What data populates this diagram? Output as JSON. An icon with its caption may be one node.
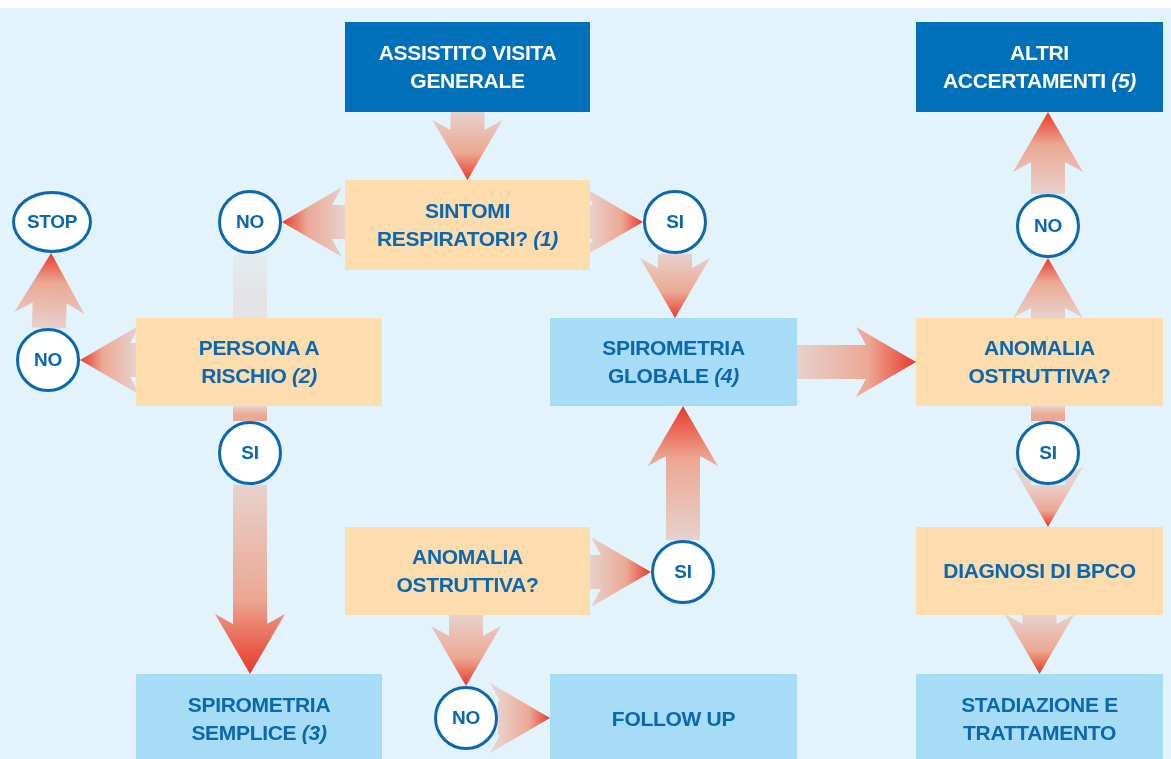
{
  "diagram": {
    "nodes": [
      {
        "text": [
          "ASSISTITO VISITA GENERALE"
        ]
      },
      {
        "text": [
          "SINTOMI RESPIRATORI? *(1)*"
        ]
      },
      {
        "text": [
          "NO"
        ]
      },
      {
        "text": [
          "SI"
        ]
      },
      {
        "text": [
          "STOP"
        ]
      },
      {
        "text": [
          "PERSONA A RISCHIO *(2)*"
        ]
      },
      {
        "text": [
          "NO"
        ]
      },
      {
        "text": [
          "SPIROMETRIA GLOBALE *(4)*"
        ]
      },
      {
        "text": [
          "ALTRI ACCERTAMENTI *(5)*"
        ]
      },
      {
        "text": [
          "NO"
        ]
      },
      {
        "text": [
          "ANOMALIA OSTRUTTIVA?"
        ]
      },
      {
        "text": [
          "SI"
        ]
      },
      {
        "text": [
          "SI"
        ]
      },
      {
        "text": [
          "ANOMALIA OSTRUTTIVA?"
        ]
      },
      {
        "text": [
          "SI"
        ]
      },
      {
        "text": [
          "DIAGNOSI DI BPCO"
        ]
      },
      {
        "text": [
          "SPIROMETRIA SEMPLICE *(3)*"
        ]
      },
      {
        "text": [
          "NO"
        ]
      },
      {
        "text": [
          "FOLLOW UP"
        ]
      },
      {
        "text": [
          "STADIAZIONE E TRATTAMENTO"
        ]
      }
    ],
    "edges": [
      {
        "from": 0,
        "to": 1,
        "arrow": "to"
      },
      {
        "from": 1,
        "to": 2,
        "arrow": "to"
      },
      {
        "from": 1,
        "to": 3,
        "arrow": "to"
      },
      {
        "from": 3,
        "to": 7,
        "arrow": "to"
      },
      {
        "from": 2,
        "to": 5,
        "arrow": "none",
        "color": "#e4e4e6"
      },
      {
        "from": 5,
        "to": 6,
        "arrow": "to"
      },
      {
        "from": 6,
        "to": 4,
        "arrow": "to"
      },
      {
        "from": 5,
        "to": 11,
        "arrow": "none"
      },
      {
        "from": 11,
        "to": 16,
        "arrow": "to"
      },
      {
        "from": 7,
        "to": 10,
        "arrow": "to"
      },
      {
        "from": 10,
        "to": 9,
        "arrow": "to"
      },
      {
        "from": 9,
        "to": 8,
        "arrow": "to"
      },
      {
        "from": 10,
        "to": 12,
        "arrow": "none"
      },
      {
        "from": 12,
        "to": 15,
        "arrow": "to"
      },
      {
        "from": 15,
        "to": 19,
        "arrow": "to"
      },
      {
        "from": 13,
        "to": 14,
        "arrow": "to"
      },
      {
        "from": 14,
        "to": 7,
        "arrow": "to"
      },
      {
        "from": 13,
        "to": 17,
        "arrow": "to"
      },
      {
        "from": 17,
        "to": 18,
        "arrow": "to"
      }
    ]
  }
}
